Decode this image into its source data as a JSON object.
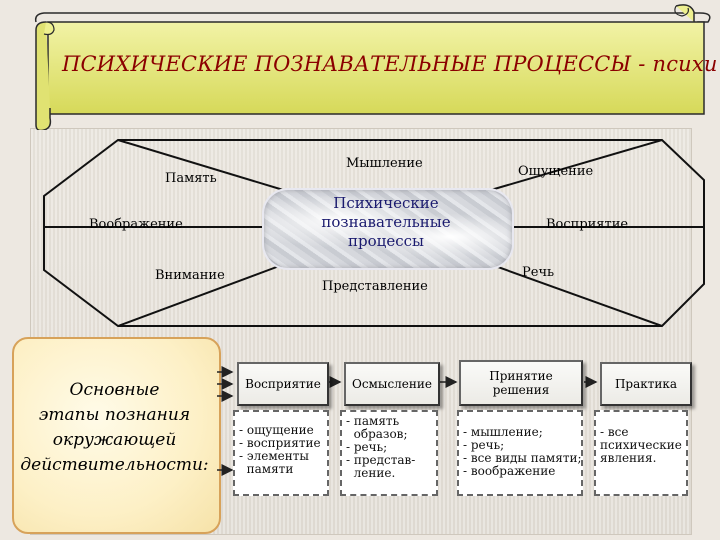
{
  "banner": {
    "title": "ПСИХИЧЕСКИЕ ПОЗНАВАТЕЛЬНЫЕ ПРОЦЕССЫ - психи"
  },
  "diagram": {
    "center": "Психические\nпознавательные\nпроцессы",
    "nodes": {
      "memory": "Память",
      "thinking": "Мышление",
      "sensation": "Ощущение",
      "imagination": "Воображение",
      "perception": "Восприятие",
      "attention": "Внимание",
      "representation": "Представление",
      "speech": "Речь"
    }
  },
  "stages": {
    "title": "Основные\nэтапы познания\nокружающей\nдействительности:",
    "items": [
      {
        "label": "Восприятие",
        "details": "- ощущение\n- восприятие\n- элементы\n  памяти"
      },
      {
        "label": "Осмысление",
        "details": "- память\n  образов;\n- речь;\n- представ-\n  ление."
      },
      {
        "label": "Принятие\nрешения",
        "details": "- мышление;\n- речь;\n- все виды памяти;\n- воображение"
      },
      {
        "label": "Практика",
        "details": "- все\nпсихические\nявления."
      }
    ]
  },
  "colors": {
    "banner_fill": "#e7e97a",
    "title_color": "#8b0000",
    "center_text": "#1a1a6e",
    "card_border": "#d7a25a"
  }
}
